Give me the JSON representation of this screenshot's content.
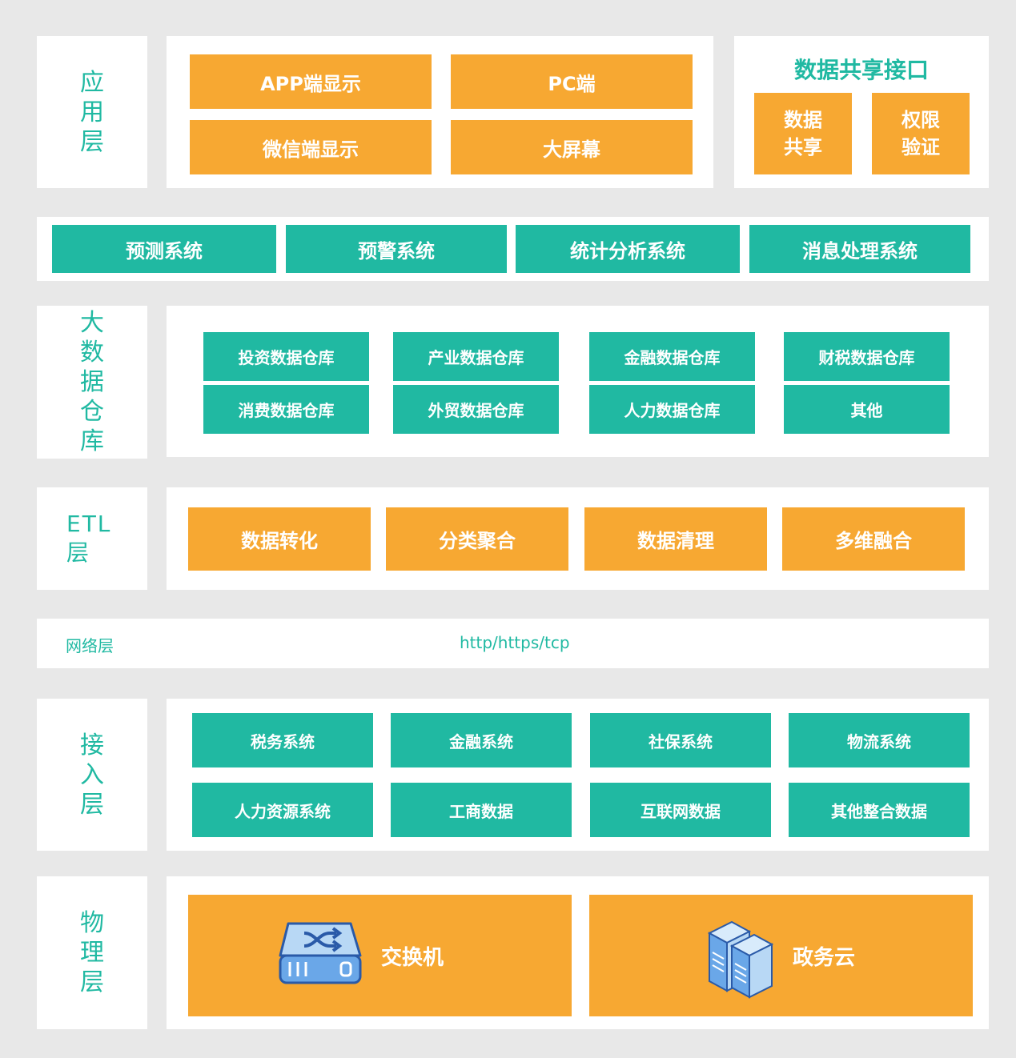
{
  "layers": {
    "application": {
      "label": "应用层",
      "items": [
        "APP端显示",
        "PC端",
        "微信端显示",
        "大屏幕"
      ],
      "share": {
        "title": "数据共享接口",
        "items": [
          "数据共享",
          "权限验证"
        ]
      }
    },
    "systems": {
      "items": [
        "预测系统",
        "预警系统",
        "统计分析系统",
        "消息处理系统"
      ]
    },
    "warehouse": {
      "label": "大数据仓库",
      "items": [
        "投资数据仓库",
        "产业数据仓库",
        "金融数据仓库",
        "财税数据仓库",
        "消费数据仓库",
        "外贸数据仓库",
        "人力数据仓库",
        "其他"
      ]
    },
    "etl": {
      "label": "ETL层",
      "items": [
        "数据转化",
        "分类聚合",
        "数据清理",
        "多维融合"
      ]
    },
    "network": {
      "label": "网络层",
      "protocol": "http/https/tcp"
    },
    "access": {
      "label": "接入层",
      "items": [
        "税务系统",
        "金融系统",
        "社保系统",
        "物流系统",
        "人力资源系统",
        "工商数据",
        "互联网数据",
        "其他整合数据"
      ]
    },
    "physical": {
      "label": "物理层",
      "items": [
        {
          "name": "交换机",
          "icon": "network-switch-icon"
        },
        {
          "name": "政务云",
          "icon": "server-rack-icon"
        }
      ]
    }
  },
  "colors": {
    "orange": "#f7a832",
    "teal": "#20b9a2",
    "background": "#e8e8e8",
    "panel": "#ffffff"
  }
}
